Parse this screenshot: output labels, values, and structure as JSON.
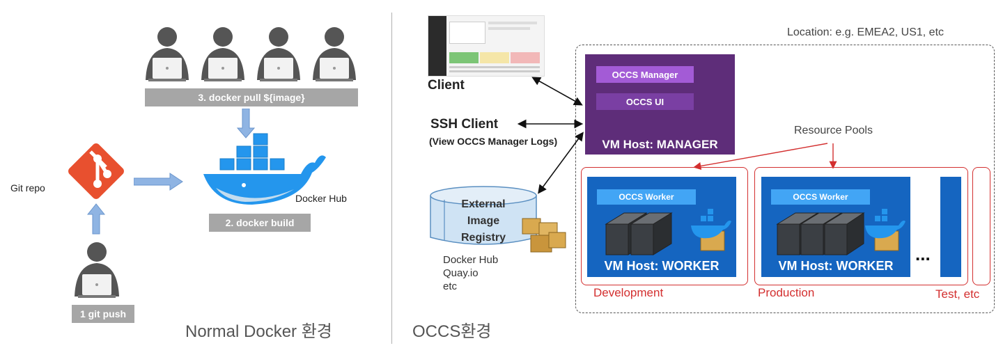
{
  "left": {
    "git_repo_label": "Git repo",
    "step1": "1 git push",
    "step2": "2. docker build",
    "step3": "3. docker pull ${image}",
    "docker_hub_label": "Docker Hub",
    "caption": "Normal Docker 환경"
  },
  "right": {
    "caption": "OCCS환경",
    "location": "Location: e.g. EMEA2, US1, etc",
    "client_label": "Client",
    "ssh_client": "SSH Client",
    "ssh_sub": "(View OCCS Manager Logs)",
    "manager": {
      "occs_manager": "OCCS Manager",
      "occs_ui": "OCCS UI",
      "host_label": "VM Host: MANAGER"
    },
    "resource_pools": "Resource Pools",
    "registry": {
      "line1": "External",
      "line2": "Image",
      "line3": "Registry",
      "examples": [
        "Docker Hub",
        "Quay.io",
        "etc"
      ]
    },
    "workers": [
      {
        "tag": "OCCS Worker",
        "host": "VM Host: WORKER"
      },
      {
        "tag": "OCCS Worker",
        "host": "VM Host: WORKER"
      }
    ],
    "ellipsis": "...",
    "pools": [
      "Development",
      "Production",
      "Test, etc"
    ]
  },
  "colors": {
    "git_orange": "#e8502f",
    "docker_blue": "#2496ed",
    "manager_purple": "#5e2d79",
    "worker_blue": "#1565c0",
    "pool_red": "#d32f2f",
    "banner_gray": "#a6a6a6"
  }
}
